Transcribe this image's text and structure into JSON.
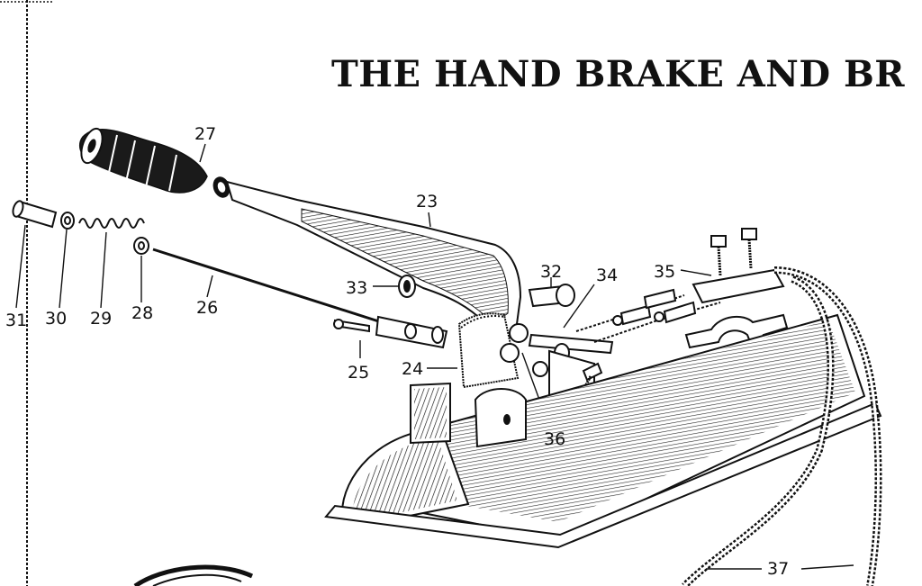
{
  "title": "THE HAND BRAKE AND BR",
  "callouts": {
    "n23": "23",
    "n24": "24",
    "n25": "25",
    "n26": "26",
    "n27": "27",
    "n28": "28",
    "n29": "29",
    "n30": "30",
    "n31": "31",
    "n32": "32",
    "n33": "33",
    "n34": "34",
    "n35": "35",
    "n36": "36",
    "n37": "37"
  }
}
